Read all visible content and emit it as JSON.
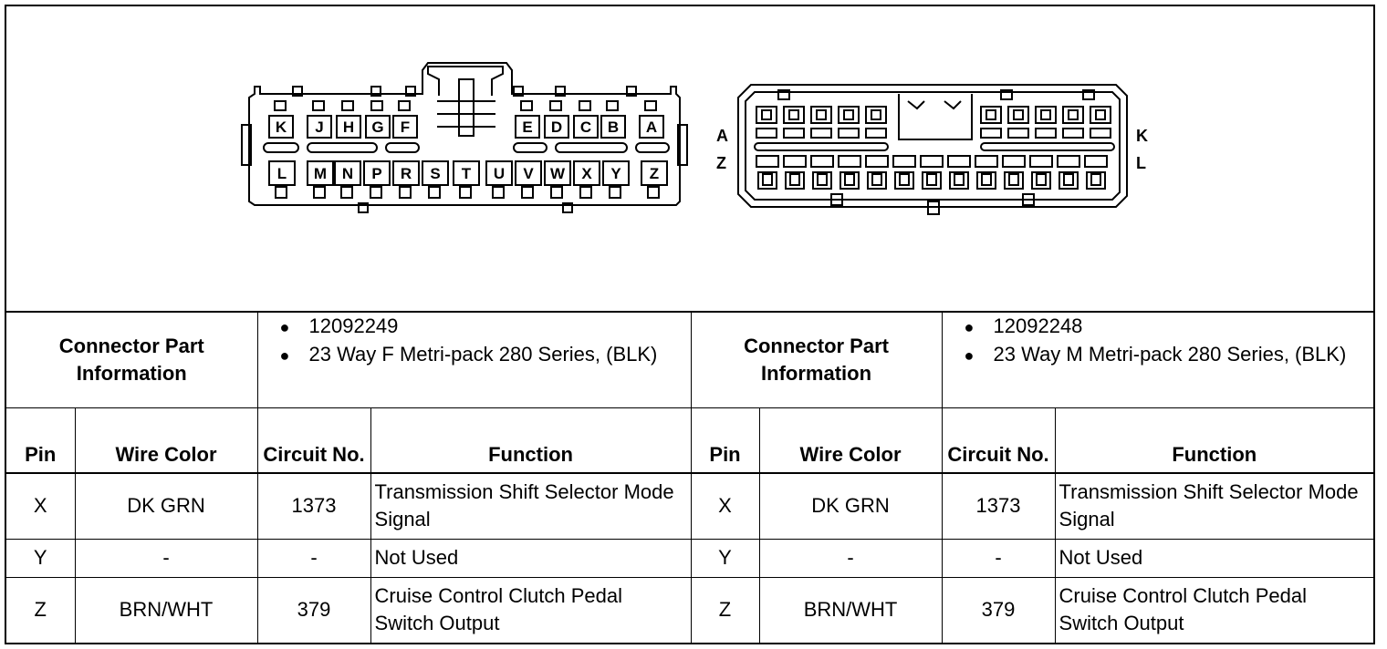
{
  "female_connector": {
    "top_pins": [
      "K",
      "J",
      "H",
      "G",
      "F",
      "E",
      "D",
      "C",
      "B",
      "A"
    ],
    "bottom_pins": [
      "L",
      "M",
      "N",
      "P",
      "R",
      "S",
      "T",
      "U",
      "V",
      "W",
      "X",
      "Y",
      "Z"
    ]
  },
  "male_connector": {
    "labels": {
      "a": "A",
      "z": "Z",
      "k": "K",
      "l": "L"
    }
  },
  "tables": [
    {
      "part_header": "Connector Part Information",
      "part_numbers": [
        "12092249",
        "23 Way F Metri-pack 280 Series, (BLK)"
      ],
      "columns": {
        "pin": "Pin",
        "wire": "Wire Color",
        "circuit": "Circuit No.",
        "function": "Function"
      },
      "rows": [
        {
          "pin": "X",
          "wire": "DK GRN",
          "circuit": "1373",
          "function": "Transmission Shift Selector Mode Signal"
        },
        {
          "pin": "Y",
          "wire": "-",
          "circuit": "-",
          "function": "Not Used"
        },
        {
          "pin": "Z",
          "wire": "BRN/WHT",
          "circuit": "379",
          "function": "Cruise Control Clutch Pedal Switch Output"
        }
      ]
    },
    {
      "part_header": "Connector Part Information",
      "part_numbers": [
        "12092248",
        "23 Way M Metri-pack 280 Series, (BLK)"
      ],
      "columns": {
        "pin": "Pin",
        "wire": "Wire Color",
        "circuit": "Circuit No.",
        "function": "Function"
      },
      "rows": [
        {
          "pin": "X",
          "wire": "DK GRN",
          "circuit": "1373",
          "function": "Transmission Shift Selector Mode Signal"
        },
        {
          "pin": "Y",
          "wire": "-",
          "circuit": "-",
          "function": "Not Used"
        },
        {
          "pin": "Z",
          "wire": "BRN/WHT",
          "circuit": "379",
          "function": "Cruise Control Clutch Pedal Switch Output"
        }
      ]
    }
  ]
}
